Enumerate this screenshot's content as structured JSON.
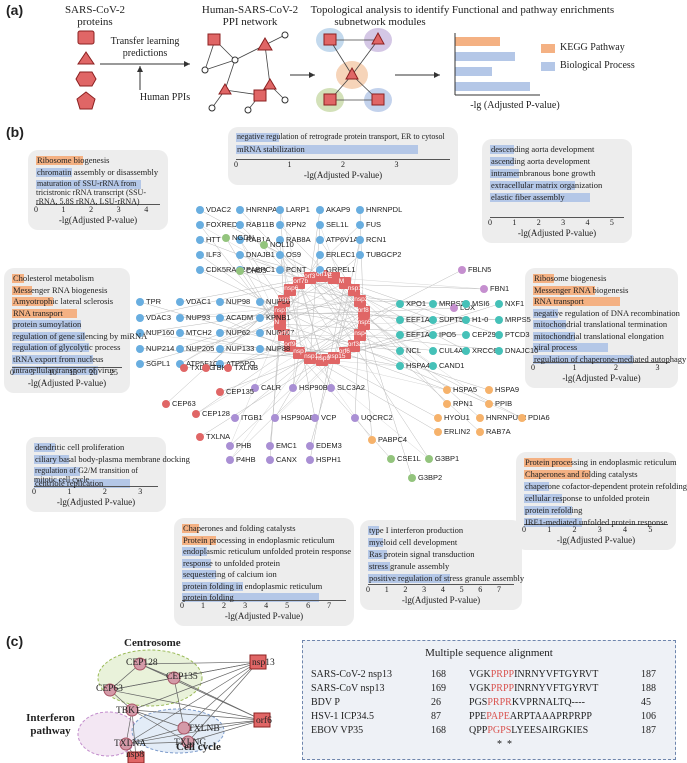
{
  "panel_a": {
    "label": "(a)",
    "step1": "SARS-CoV-2 proteins",
    "step2": "Human-SARS-CoV-2 PPI network",
    "step3": "Topological analysis to identify subnetwork modules",
    "step4": "Functional and  pathway enrichments",
    "arrow_text1": "Transfer learning predictions",
    "arrow_text2": "Human PPIs",
    "legend_kegg": "KEGG Pathway",
    "legend_bp": "Biological Process",
    "axis_title": "-lg (Adjusted P-value)",
    "colors": {
      "kegg": "#f4b183",
      "bp": "#b4c7e7"
    }
  },
  "panel_b": {
    "label": "(b)",
    "axis_title": "-lg(Adjusted P-value)",
    "boxes": [
      {
        "items": [
          {
            "t": "Ribosome biogenesis",
            "v": 1.7,
            "k": 1
          },
          {
            "t": "chromatin assembly or disassembly",
            "v": 1.3,
            "k": 0
          },
          {
            "t": "maturation of SSU-rRNA from tricistronic rRNA transcript (SSU-rRNA, 5.8S rRNA, LSU-rRNA)",
            "v": 3.8,
            "k": 0
          }
        ],
        "ticks": [
          "0",
          "1",
          "2",
          "3",
          "4"
        ],
        "max": 4.5
      },
      {
        "items": [
          {
            "t": "negative regulation of retrograde protein transport, ER to cytosol",
            "v": 0.8,
            "k": 0
          },
          {
            "t": "mRNA stabilization",
            "v": 3.4,
            "k": 0
          }
        ],
        "ticks": [
          "0",
          "1",
          "2",
          "3"
        ],
        "max": 4
      },
      {
        "items": [
          {
            "t": "descending aorta development",
            "v": 1.0,
            "k": 0
          },
          {
            "t": "ascending aorta development",
            "v": 1.0,
            "k": 0
          },
          {
            "t": "intramembranous bone growth",
            "v": 1.2,
            "k": 0
          },
          {
            "t": "extracellular matrix organization",
            "v": 3.5,
            "k": 0
          },
          {
            "t": "elastic fiber assembly",
            "v": 4.1,
            "k": 0
          }
        ],
        "ticks": [
          "0",
          "1",
          "2",
          "3",
          "4",
          "5"
        ],
        "max": 5.5
      },
      {
        "items": [
          {
            "t": "Cholesterol metabolism",
            "v": 3,
            "k": 1
          },
          {
            "t": "Messenger RNA biogenesis",
            "v": 5,
            "k": 1
          },
          {
            "t": "Amyotrophic lateral sclerosis",
            "v": 10,
            "k": 1
          },
          {
            "t": "RNA transport",
            "v": 16,
            "k": 1
          },
          {
            "t": "protein sumoylation",
            "v": 17,
            "k": 0
          },
          {
            "t": "regulation of gene silencing by miRNA",
            "v": 18,
            "k": 0
          },
          {
            "t": "regulation of glycolytic process",
            "v": 19,
            "k": 0
          },
          {
            "t": "tRNA export from nucleus",
            "v": 20,
            "k": 0
          },
          {
            "t": "intracellular transport of virus",
            "v": 21,
            "k": 0
          }
        ],
        "ticks": [
          "0",
          "5",
          "10",
          "15",
          "20",
          "25"
        ],
        "max": 27
      },
      {
        "items": [
          {
            "t": "Ribosome biogenesis",
            "v": 0.5,
            "k": 1
          },
          {
            "t": "Messenger RNA biogenesis",
            "v": 1.5,
            "k": 1
          },
          {
            "t": "RNA transport",
            "v": 2.1,
            "k": 1
          },
          {
            "t": "negative regulation of DNA recombination",
            "v": 0.6,
            "k": 0
          },
          {
            "t": "mitochondrial translational termination",
            "v": 0.8,
            "k": 0
          },
          {
            "t": "mitochondrial translational elongation",
            "v": 1.0,
            "k": 0
          },
          {
            "t": "viral process",
            "v": 1.8,
            "k": 0
          },
          {
            "t": "regulation of chaperone-mediated autophagy",
            "v": 2.4,
            "k": 0
          }
        ],
        "ticks": [
          "0",
          "1",
          "2",
          "3"
        ],
        "max": 3.3
      },
      {
        "items": [
          {
            "t": "dendritic cell proliferation",
            "v": 0.6,
            "k": 0
          },
          {
            "t": "ciliary basal body-plasma membrane docking",
            "v": 1.0,
            "k": 0
          },
          {
            "t": "regulation of G2/M transition of mitotic cell cycle",
            "v": 1.3,
            "k": 0
          },
          {
            "t": "centriole replication",
            "v": 2.7,
            "k": 0
          }
        ],
        "ticks": [
          "0",
          "1",
          "2",
          "3"
        ],
        "max": 3.5
      },
      {
        "items": [
          {
            "t": "Protein processing in endoplasmic reticulum",
            "v": 1.9,
            "k": 1
          },
          {
            "t": "Chaperones and folding catalysts",
            "v": 2.6,
            "k": 1
          },
          {
            "t": "chaperone cofactor-dependent protein refolding",
            "v": 1.0,
            "k": 0
          },
          {
            "t": "cellular response to unfolded protein",
            "v": 1.5,
            "k": 0
          },
          {
            "t": "protein refolding",
            "v": 1.9,
            "k": 0
          },
          {
            "t": "IRE1-mediated unfolded protein response",
            "v": 2.3,
            "k": 0
          }
        ],
        "ticks": [
          "0",
          "1",
          "2",
          "3",
          "4",
          "5"
        ],
        "max": 5.7
      },
      {
        "items": [
          {
            "t": "Chaperones and folding catalysts",
            "v": 0.8,
            "k": 1
          },
          {
            "t": "Protein processing in endoplasmic reticulum",
            "v": 1.6,
            "k": 1
          },
          {
            "t": "endoplasmic reticulum unfolded protein response",
            "v": 1.2,
            "k": 0
          },
          {
            "t": "response to unfolded protein",
            "v": 1.4,
            "k": 0
          },
          {
            "t": "sequestering of calcium ion",
            "v": 1.6,
            "k": 0
          },
          {
            "t": "protein folding in endoplasmic reticulum",
            "v": 2.9,
            "k": 0
          },
          {
            "t": "protein folding",
            "v": 6.5,
            "k": 0
          }
        ],
        "ticks": [
          "0",
          "1",
          "2",
          "3",
          "4",
          "5",
          "6",
          "7"
        ],
        "max": 7.8
      },
      {
        "items": [
          {
            "t": "type I interferon production",
            "v": 0.6,
            "k": 0
          },
          {
            "t": "myeloid cell development",
            "v": 0.8,
            "k": 0
          },
          {
            "t": "Ras protein signal transduction",
            "v": 1.0,
            "k": 0
          },
          {
            "t": "stress granule assembly",
            "v": 1.2,
            "k": 0
          },
          {
            "t": "positive regulation of stress granule assembly",
            "v": 4.4,
            "k": 0
          }
        ],
        "ticks": [
          "0",
          "1",
          "2",
          "3",
          "4",
          "5",
          "6",
          "7"
        ],
        "max": 7.8
      }
    ],
    "viral": [
      "orf10",
      "E",
      "M",
      "nsp13",
      "nsp2",
      "orf8",
      "nsp5",
      "nsp4",
      "orf3a",
      "orf6",
      "nsp15",
      "nsp9",
      "nsp12",
      "nsp7",
      "orf9c",
      "orf9b",
      "N",
      "nsp1",
      "nsp8",
      "nsp6",
      "orf7b",
      "orf3"
    ],
    "hosts": {
      "blue": [
        "VDAC2",
        "HNRNPA3",
        "LARP1",
        "AKAP9",
        "HNRNPDL",
        "FOXRED2",
        "RAB11B",
        "RPN2",
        "SEL1L",
        "FUS",
        "HTT",
        "RAB1A",
        "RAB8A",
        "ATP6V1A",
        "RCN1",
        "ILF3",
        "DNAJB1",
        "OS9",
        "ERLEC1",
        "TUBGCP2",
        "CDK5RAP2",
        "PABPC1",
        "PCNT",
        "GRPEL1",
        "TPR",
        "VDAC1",
        "NUP98",
        "NUP50",
        "VDAC3",
        "NUP93",
        "ACADM",
        "KPNB1",
        "NUP160",
        "MTCH2",
        "NUP62",
        "NUP107",
        "NUP214",
        "NUP205",
        "NUP133",
        "NUP88",
        "SGPL1",
        "ATP5F1C",
        "ATP5PO"
      ],
      "green": [
        "NGDN",
        "NOL10",
        "CHD3",
        "CSE1L",
        "G3BP1",
        "G3BP2"
      ],
      "pink": [
        "FBLN5",
        "FBN1",
        "LOX"
      ],
      "teal": [
        "XPO1",
        "MRPS27",
        "MSI6",
        "NXF1",
        "EEF1A2",
        "SUPT5H",
        "H1-0",
        "MRPS5",
        "EEF1A1",
        "IPO5",
        "CEP290",
        "PTCD3",
        "NCL",
        "CUL4A",
        "XRCC6",
        "DNAJC10",
        "HSPA4",
        "CAND1"
      ],
      "purple": [
        "CALR",
        "HSP90B1",
        "SLC3A2",
        "ITGB1",
        "HSP90AB1",
        "VCP",
        "UQCRC2",
        "PHB",
        "EMC1",
        "EDEM3",
        "P4HB",
        "CANX",
        "HSPH1"
      ],
      "orange": [
        "HSPA5",
        "HSPA9",
        "RPN1",
        "PPIB",
        "HYOU1",
        "HNRNPUL2",
        "PDIA6",
        "ERLIN2",
        "RAB7A",
        "PABPC4"
      ],
      "red": [
        "TXLNG",
        "TBK1",
        "TXLNB",
        "CEP135",
        "CEP63",
        "CEP128",
        "TXLNA"
      ]
    }
  },
  "panel_c": {
    "label": "(c)",
    "centrosome": "Centrosome",
    "interferon": "Interferon pathway",
    "cellcycle": "Cell cycle",
    "nodes": [
      "CEP128",
      "CEP63",
      "CEP135",
      "TBK1",
      "TXLNA",
      "TXLNB",
      "TXLNG",
      "nsp13",
      "orf6",
      "nsp8"
    ],
    "msa_title": "Multiple sequence alignment",
    "msa": [
      {
        "name": "SARS-CoV-2 nsp13",
        "start": "168",
        "seq": "VGKPRPPINRNYVFTGYRVT",
        "end": "187"
      },
      {
        "name": "SARS-CoV nsp13",
        "start": "169",
        "seq": "VGKPRPPINRNYVFTGYRVT",
        "end": "188"
      },
      {
        "name": "BDV P",
        "start": "26",
        "seq": "PGSPRPRKVPRNALTQ----",
        "end": "45"
      },
      {
        "name": "HSV-1 ICP34.5",
        "start": "87",
        "seq": "PPEPAPEARPTAAAPRPRPP",
        "end": "106"
      },
      {
        "name": "EBOV VP35",
        "start": "168",
        "seq": "QPPPGPSLYEESAIRGKIES",
        "end": "187"
      }
    ],
    "stars": "*  *"
  }
}
